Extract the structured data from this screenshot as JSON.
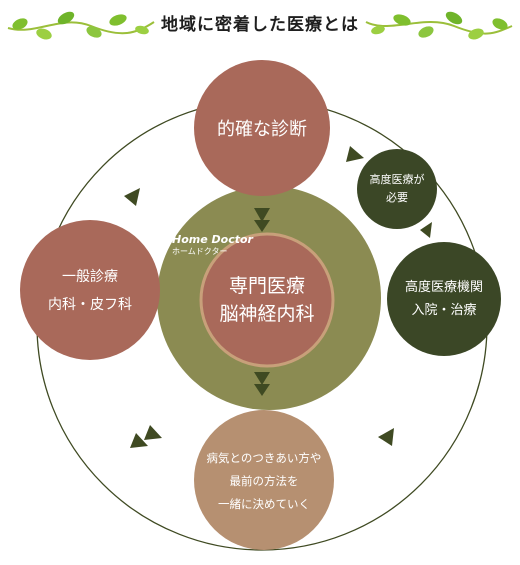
{
  "page_title": "地域に密着した医療とは",
  "nodes": {
    "diagnosis": {
      "label": "的確な診断"
    },
    "home_doctor": {
      "en": "Home Doctor",
      "ja": "ホームドクター"
    },
    "specialist": {
      "line1": "専門医療",
      "line2": "脳神経内科"
    },
    "general": {
      "line1": "一般診療",
      "line2": "内科・皮フ科"
    },
    "advanced_needed": {
      "line1": "高度医療が",
      "line2": "必要"
    },
    "advanced_institution": {
      "line1": "高度医療機関",
      "line2": "入院・治療"
    },
    "decide": {
      "line1": "病気とのつきあい方や",
      "line2": "最前の方法を",
      "line3": "一緒に決めていく"
    }
  },
  "colors": {
    "brown": "#a9695a",
    "olive": "#8b8b52",
    "tan": "#b69071",
    "dark_green": "#3b4726",
    "arrow": "#3f4a22",
    "leaf": "#8cc63f"
  },
  "icons": [
    "leaf-vine-left",
    "leaf-vine-right",
    "arrow-head"
  ]
}
